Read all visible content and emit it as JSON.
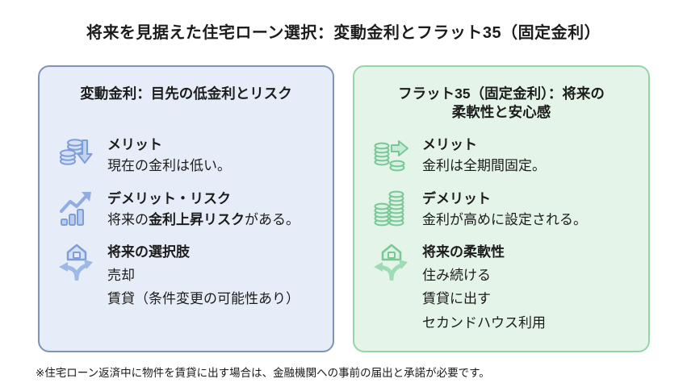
{
  "title": "将来を見据えた住宅ローン選択：変動金利とフラット35（固定金利）",
  "colors": {
    "background": "#ffffff",
    "text": "#1c1c1c",
    "left_panel_bg": "#e7edf8",
    "left_panel_border": "#7e93b8",
    "left_icon_accent": "#7d9ed8",
    "right_panel_bg": "#e4f4e9",
    "right_panel_border": "#95d4a9",
    "right_icon_accent": "#79c795"
  },
  "left_panel": {
    "header": "変動金利：目先の低金利とリスク",
    "items": [
      {
        "icon": "coins-down-arrow-icon",
        "title": "メリット",
        "lines": [
          "現在の金利は低い。"
        ]
      },
      {
        "icon": "chart-up-arrow-icon",
        "title": "デメリット・リスク",
        "line": {
          "prefix": "将来の",
          "bold": "金利上昇リスク",
          "suffix": "がある。"
        }
      },
      {
        "icon": "house-branch-arrows-icon",
        "title": "将来の選択肢",
        "lines": [
          "売却",
          "賃貸（条件変更の可能性あり）"
        ]
      }
    ]
  },
  "right_panel": {
    "header_line1": "フラット35（固定金利）：将来の",
    "header_line2": "柔軟性と安心感",
    "items": [
      {
        "icon": "coins-right-arrow-icon",
        "title": "メリット",
        "lines": [
          "金利は全期間固定。"
        ]
      },
      {
        "icon": "coin-stacks-icon",
        "title": "デメリット",
        "lines": [
          "金利が高めに設定される。"
        ]
      },
      {
        "icon": "house-branch-arrows-icon",
        "title": "将来の柔軟性",
        "lines": [
          "住み続ける",
          "賃貸に出す",
          "セカンドハウス利用"
        ]
      }
    ]
  },
  "footer": "※住宅ローン返済中に物件を賃貸に出す場合は、金融機関への事前の届出と承諾が必要です。"
}
